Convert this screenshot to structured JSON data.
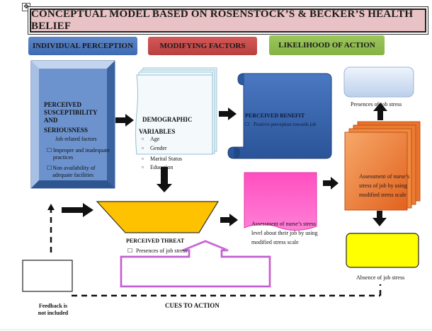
{
  "title": "CONCEPTUAL MODEL BASED ON ROSENSTOCK’S & BECKER’S HEALTH BELIEF",
  "headers": {
    "individual": "INDIVIDUAL PERCEPTION",
    "modifying": "MODIFYING FACTORS",
    "likelihood": "LIKELIHOOD OF ACTION"
  },
  "susceptibility": {
    "title_line1": "PERCEIVED",
    "title_line2": "SUSCEPTIBILITY",
    "title_line3": "AND",
    "title_line4": "SERIOUSNESS",
    "items": [
      "Job related factors",
      "Improper and inadequate practices",
      "Non availability of adequate facilities"
    ]
  },
  "demographic": {
    "title_line1": "DEMOGRAPHIC",
    "title_line2": "VARIABLES",
    "items": [
      "Age",
      "Gender",
      "Marital Status",
      "Education"
    ]
  },
  "benefit": {
    "title": "PERCEIVED BENEFIT",
    "item": "Positive perception towards job"
  },
  "presence_label": "Presences of job stress",
  "assessment_right": "Assessment of nurse’s stress of job by using modified stress scale",
  "assessment_pink": "Assessment of nurse’s stress level about their job by using modified stress scale",
  "threat": {
    "title": "PERCEIVED THREAT",
    "item": "Presences of job stress"
  },
  "absence_label": "Absence of job stress",
  "feedback_line1": "Feedback is",
  "feedback_line2": "not included",
  "cues_label": "CUES TO ACTION",
  "move_handle": "✥"
}
